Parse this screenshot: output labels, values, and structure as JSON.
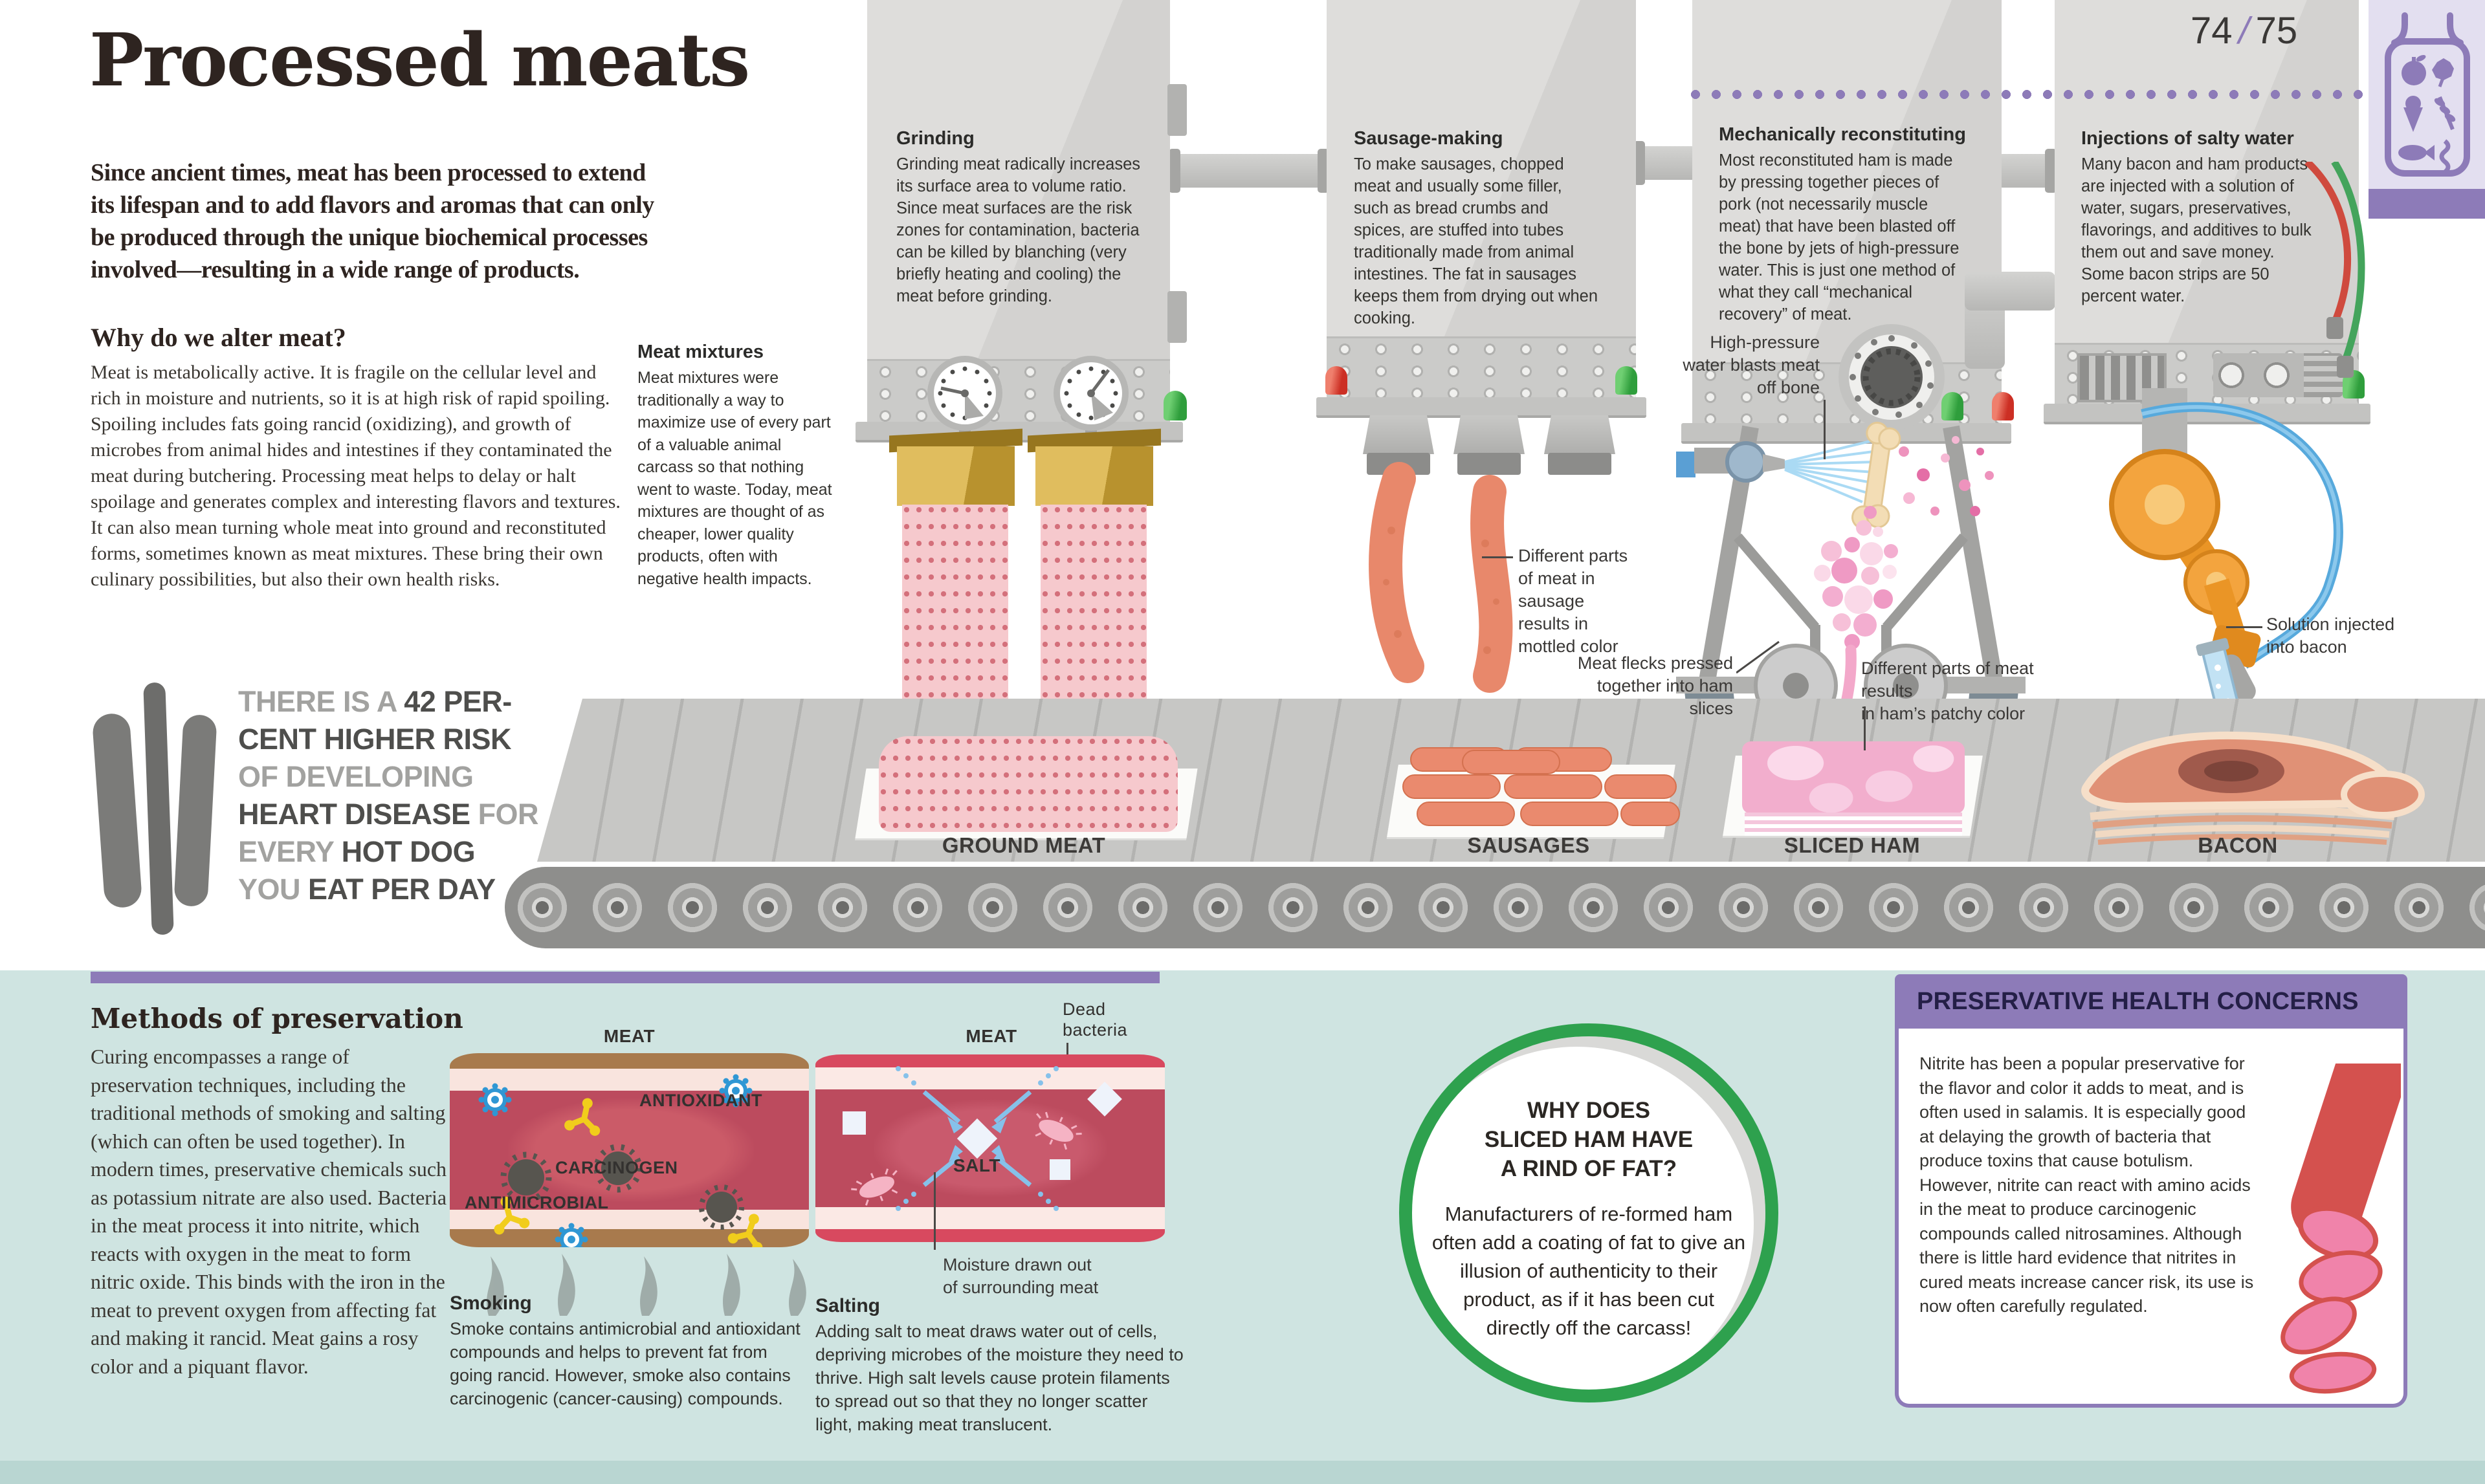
{
  "page": {
    "left_number": "74",
    "slash": "/",
    "right_number": "75"
  },
  "colors": {
    "accent_purple": "#8d7bb8",
    "accent_green": "#2ea14e",
    "band_teal": "#cfe4e1",
    "meat_pink": "#ee96a0",
    "salmon": "#e8886b",
    "ham_pink": "#f2aecd",
    "machine_gray": "#d8d8d6"
  },
  "header": {
    "title": "Processed meats",
    "intro": "Since ancient times, meat has been processed to extend\nits lifespan and to add flavors and aromas that can only\nbe produced through the unique biochemical processes\ninvolved—resulting in a wide range of products."
  },
  "why": {
    "heading": "Why do we alter meat?",
    "body": "Meat is metabolically active. It is fragile on the cellular level and rich in moisture and nutrients, so it is at high risk of rapid spoiling. Spoiling includes fats going rancid (oxidizing), and growth of microbes from animal hides and intestines if they contaminated the meat during butchering. Processing meat helps to delay or halt spoilage and generates complex and interesting flavors and textures. It can also mean turning whole meat into ground and reconstituted forms, sometimes known as meat mixtures. These bring their own culinary possibilities, but also their own health risks."
  },
  "stat": {
    "lines": [
      [
        {
          "t": "THERE IS A ",
          "s": "light"
        },
        {
          "t": "42 PER-",
          "s": "dark"
        }
      ],
      [
        {
          "t": "CENT HIGHER RISK",
          "s": "dark"
        }
      ],
      [
        {
          "t": "OF DEVELOPING",
          "s": "light"
        }
      ],
      [
        {
          "t": "HEART DISEASE",
          "s": "dark"
        },
        {
          "t": " FOR",
          "s": "light"
        }
      ],
      [
        {
          "t": "EVERY ",
          "s": "light"
        },
        {
          "t": "HOT DOG",
          "s": "dark"
        }
      ],
      [
        {
          "t": "YOU ",
          "s": "light"
        },
        {
          "t": "EAT PER DAY",
          "s": "dark"
        }
      ]
    ]
  },
  "meat_mixtures": {
    "heading": "Meat mixtures",
    "body": "Meat mixtures were traditionally a way to maximize use of every part of a valuable animal carcass so that nothing went to waste. Today, meat mixtures are thought of as cheaper, lower quality products, often with negative health impacts."
  },
  "machines": [
    {
      "title": "Grinding",
      "body": "Grinding meat radically increases its surface area to volume ratio. Since meat surfaces are the risk zones for contamination, bacteria can be killed by blanching (very briefly heating and cooling) the meat before grinding."
    },
    {
      "title": "Sausage-making",
      "body": "To make sausages, chopped meat and usually some filler, such as bread crumbs and spices, are stuffed into tubes traditionally made from animal intestines. The fat in sausages keeps them from drying out when cooking."
    },
    {
      "title": "Mechanically reconstituting",
      "body": "Most reconstituted ham is made by pressing together pieces of pork (not necessarily muscle meat) that have been blasted off the bone by jets of high-pressure water. This is just one method of what they call “mechanical recovery” of meat."
    },
    {
      "title": "Injections of salty water",
      "body": "Many bacon and ham products are injected with a solution of water, sugars, preservatives, flavorings, and additives to bulk them out and save money. Some bacon strips are 50 percent water."
    }
  ],
  "annotations": [
    {
      "text": "High-pressure\nwater blasts meat\noff bone"
    },
    {
      "text": "Different parts\nof meat in\nsausage\nresults in\nmottled color"
    },
    {
      "text": "Meat flecks pressed\ntogether into ham slices"
    },
    {
      "text": "Different parts of meat results\nin ham’s patchy color"
    },
    {
      "text": "Solution injected\ninto bacon"
    }
  ],
  "products": [
    {
      "label": "GROUND MEAT"
    },
    {
      "label": "SAUSAGES"
    },
    {
      "label": "SLICED HAM"
    },
    {
      "label": "BACON"
    }
  ],
  "preservation": {
    "heading": "Methods of preservation",
    "body": "Curing encompasses a range of preservation techniques, including the traditional methods of smoking and salting (which can often be used together). In modern times, preservative chemicals such as potassium nitrate are also used. Bacteria in the meat process it into nitrite, which reacts with oxygen in the meat to form nitric oxide. This binds with the iron in the meat to prevent oxygen from affecting fat and making it rancid. Meat gains a rosy color and a piquant flavor."
  },
  "smoking": {
    "meat_label": "MEAT",
    "antioxidant_label": "ANTIOXIDANT",
    "carcinogen_label": "CARCINOGEN",
    "antimicrobial_label": "ANTIMICROBIAL",
    "heading": "Smoking",
    "body": "Smoke contains antimicrobial and antioxidant compounds and helps to prevent fat from going rancid. However, smoke also contains carcinogenic (cancer-causing) compounds."
  },
  "salting": {
    "meat_label": "MEAT",
    "dead_bacteria_label": "Dead\nbacteria",
    "salt_label": "SALT",
    "moisture_label": "Moisture drawn out\nof surrounding meat",
    "heading": "Salting",
    "body": "Adding salt to meat draws water out of cells, depriving microbes of the moisture they need to thrive. High salt levels cause protein filaments to spread out so that they no longer scatter light, making meat translucent."
  },
  "ham_fact": {
    "heading": "WHY DOES\nSLICED HAM HAVE\nA RIND OF FAT?",
    "body": "Manufacturers of re-formed ham often add a coating of fat to give an illusion of authenticity to their product, as if it has been cut directly off the carcass!"
  },
  "preservative_box": {
    "heading": "PRESERVATIVE HEALTH CONCERNS",
    "body": "Nitrite has been a popular preservative for the flavor and color it adds to meat, and is often used in salamis. It is especially good at delaying the growth of bacteria that produce toxins that cause botulism. However, nitrite can react with amino acids in the meat to produce carcinogenic compounds called nitrosamines. Although there is little hard evidence that nitrites in cured meats increase cancer risk, its use is now often carefully regulated."
  }
}
